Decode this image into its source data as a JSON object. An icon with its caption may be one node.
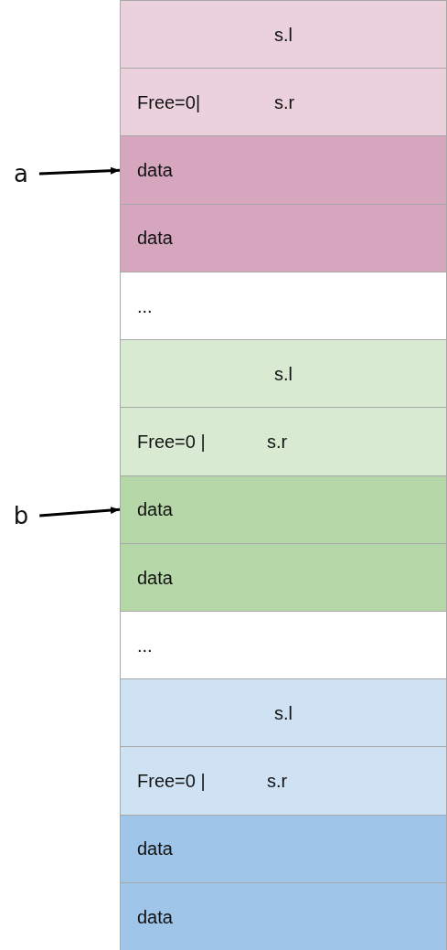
{
  "diagram": {
    "nodes": [
      {
        "text": [
          "s.l"
        ]
      },
      {
        "text": [
          "Free=0|",
          "s.r"
        ]
      },
      {
        "text": [
          "a"
        ]
      },
      {
        "text": [
          "data"
        ]
      },
      {
        "text": [
          "data"
        ]
      },
      {
        "text": [
          "..."
        ]
      },
      {
        "text": [
          "s.l"
        ]
      },
      {
        "text": [
          "Free=0 |",
          "s.r"
        ]
      },
      {
        "text": [
          "b"
        ]
      },
      {
        "text": [
          "data"
        ]
      },
      {
        "text": [
          "data"
        ]
      },
      {
        "text": [
          "..."
        ]
      },
      {
        "text": [
          "s.l"
        ]
      },
      {
        "text": [
          "Free=0 |",
          "s.r"
        ]
      },
      {
        "text": [
          "data"
        ]
      },
      {
        "text": [
          "data"
        ]
      }
    ],
    "edges": [
      {
        "from": 2,
        "to": 3,
        "arrow": "to"
      },
      {
        "from": 8,
        "to": 9,
        "arrow": "to"
      }
    ]
  }
}
